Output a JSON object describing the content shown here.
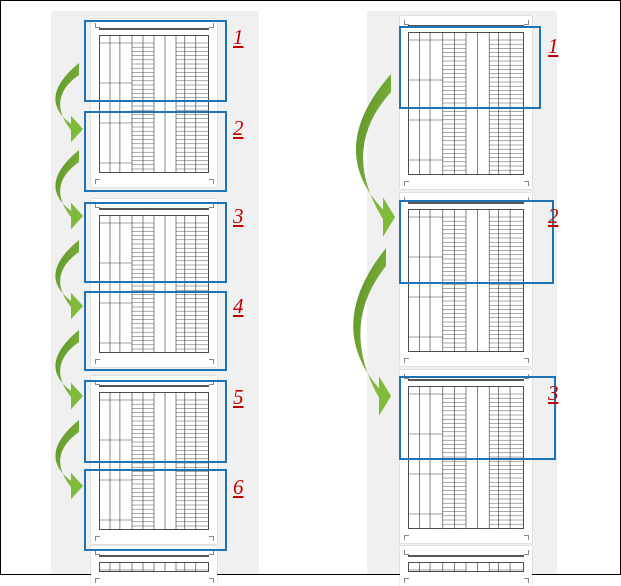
{
  "colors": {
    "selection_border": "#1c73b8",
    "number_red": "#c00000",
    "arrow_green": "#7fba3a",
    "arrow_dark_green": "#5a8f25",
    "column_background": "#f0f0f0"
  },
  "left_panel": {
    "section_labels": [
      "1",
      "2",
      "3",
      "4",
      "5",
      "6"
    ]
  },
  "right_panel": {
    "section_labels": [
      "1",
      "2",
      "3"
    ]
  },
  "icons": {
    "flow_arrow": "curved-arrow-icon"
  }
}
